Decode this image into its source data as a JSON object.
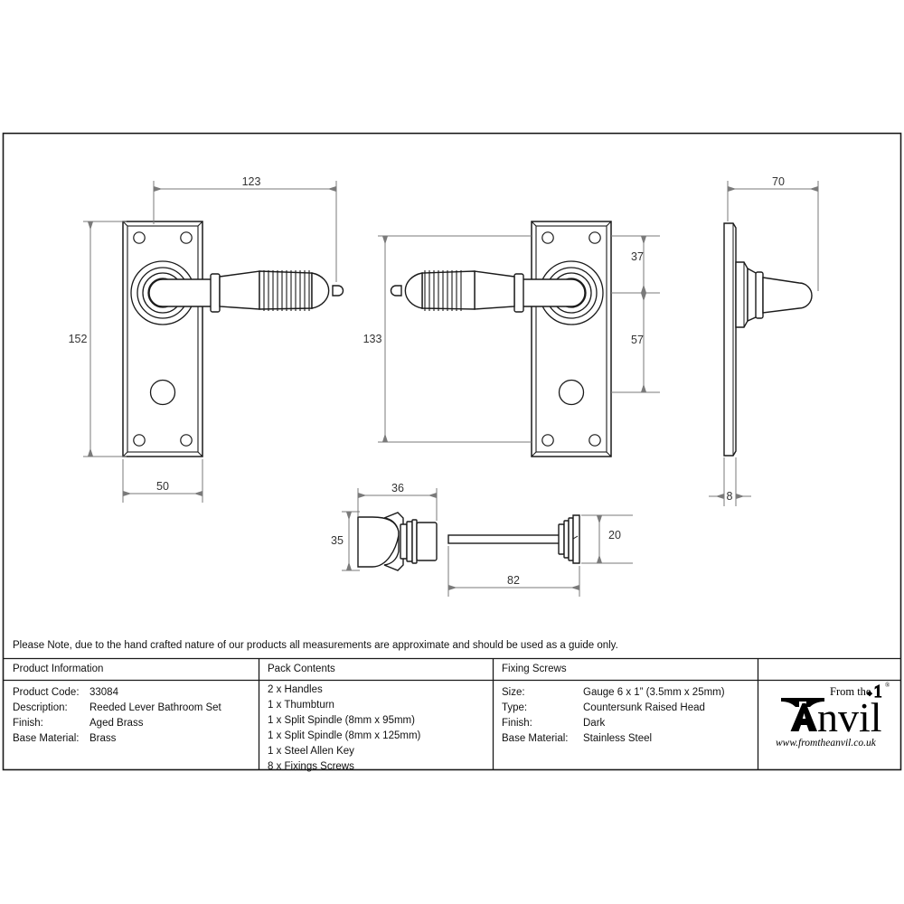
{
  "sheet": {
    "note": "Please Note, due to the hand crafted nature of our products all measurements are approximate and should be used as a guide only."
  },
  "dimensions": {
    "front_plate_height": "152",
    "front_plate_width": "50",
    "lever_projection_length": "123",
    "back_plate_height": "133",
    "lever_centre_from_top": "37",
    "lever_centre_to_release": "57",
    "side_lever_projection": "70",
    "side_plate_thickness": "8",
    "thumbturn_width": "36",
    "thumbturn_height": "35",
    "spindle_length": "82",
    "spindle_head_height": "20"
  },
  "product_information": {
    "header": "Product Information",
    "rows": [
      {
        "label": "Product Code:",
        "value": "33084"
      },
      {
        "label": "Description:",
        "value": "Reeded Lever Bathroom Set"
      },
      {
        "label": "Finish:",
        "value": "Aged Brass"
      },
      {
        "label": "Base Material:",
        "value": "Brass"
      }
    ]
  },
  "pack_contents": {
    "header": "Pack Contents",
    "items": [
      "2 x Handles",
      "1 x Thumbturn",
      "1 x Split Spindle (8mm x 95mm)",
      "1 x Split Spindle (8mm x 125mm)",
      "1 x Steel Allen Key",
      "8 x Fixings Screws"
    ]
  },
  "fixing_screws": {
    "header": "Fixing Screws",
    "rows": [
      {
        "label": "Size:",
        "value": "Gauge 6 x 1” (3.5mm x 25mm)"
      },
      {
        "label": "Type:",
        "value": "Countersunk Raised Head"
      },
      {
        "label": "Finish:",
        "value": "Dark"
      },
      {
        "label": "Base Material:",
        "value": "Stainless Steel"
      }
    ]
  },
  "logo": {
    "from_the": "From the",
    "anvil": "nvil",
    "registered": "®",
    "url": "www.fromtheanvil.co.uk"
  },
  "colors": {
    "line": "#1a1a1a",
    "dimension": "#7a7a7a",
    "background": "#ffffff"
  }
}
